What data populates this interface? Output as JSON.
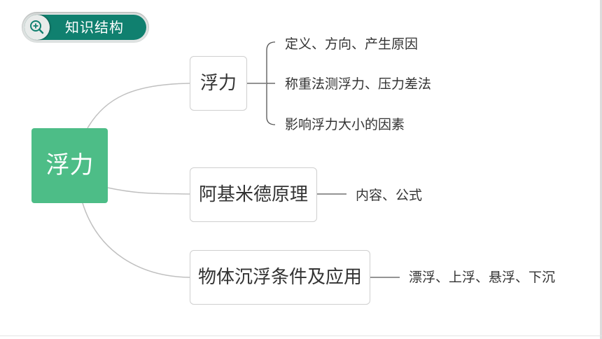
{
  "badge": {
    "label": "知识结构",
    "icon": "zoom-in-icon"
  },
  "root": {
    "label": "浮力"
  },
  "branches": [
    {
      "label": "浮力",
      "leaves": [
        "定义、方向、产生原因",
        "称重法测浮力、压力差法",
        "影响浮力大小的因素"
      ]
    },
    {
      "label": "阿基米德原理",
      "leaves": [
        "内容、公式"
      ]
    },
    {
      "label": "物体沉浮条件及应用",
      "leaves": [
        "漂浮、上浮、悬浮、下沉"
      ]
    }
  ],
  "colors": {
    "root": "#4dbd87",
    "badge": "#10806f",
    "line": "#c0c0c0"
  }
}
